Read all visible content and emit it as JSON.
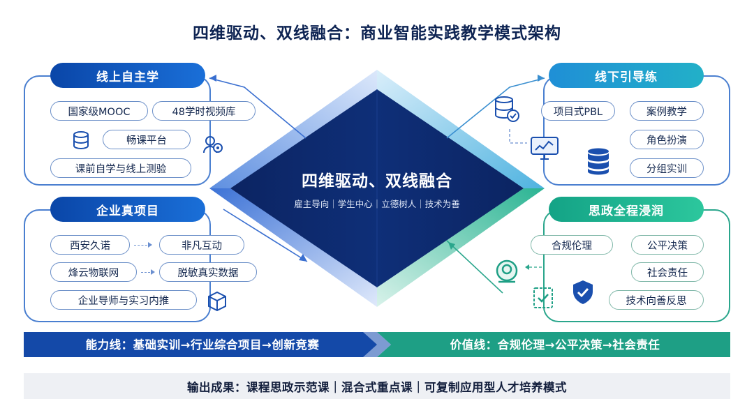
{
  "title": "四维驱动、双线融合：商业智能实践教学模式架构",
  "center": {
    "title": "四维驱动、双线融合",
    "subtitle": "雇主导向｜学生中心｜立德树人｜技术为善"
  },
  "online": {
    "header": "线上自主学",
    "items": [
      "国家级MOOC",
      "48学时视频库",
      "畅课平台",
      "课前自学与线上测验"
    ]
  },
  "offline": {
    "header": "线下引导练",
    "items": [
      "项目式PBL",
      "案例教学",
      "角色扮演",
      "分组实训"
    ]
  },
  "enterprise": {
    "header": "企业真项目",
    "items": [
      "西安久诺",
      "非凡互动",
      "烽云物联网",
      "脱敏真实数据",
      "企业导师与实习内推"
    ]
  },
  "ideology": {
    "header": "思政全程浸润",
    "items": [
      "合规伦理",
      "公平决策",
      "社会责任",
      "技术向善反思"
    ]
  },
  "ability_line": "能力线：基础实训→行业综合项目→创新竞赛",
  "value_line": "价值线：合规伦理→公平决策→社会责任",
  "output": "输出成果：课程思政示范课｜混合式重点课｜可复制应用型人才培养模式",
  "colors": {
    "navy": "#0d2a6e",
    "blue": "#1a5fc8",
    "green": "#1faa88"
  }
}
